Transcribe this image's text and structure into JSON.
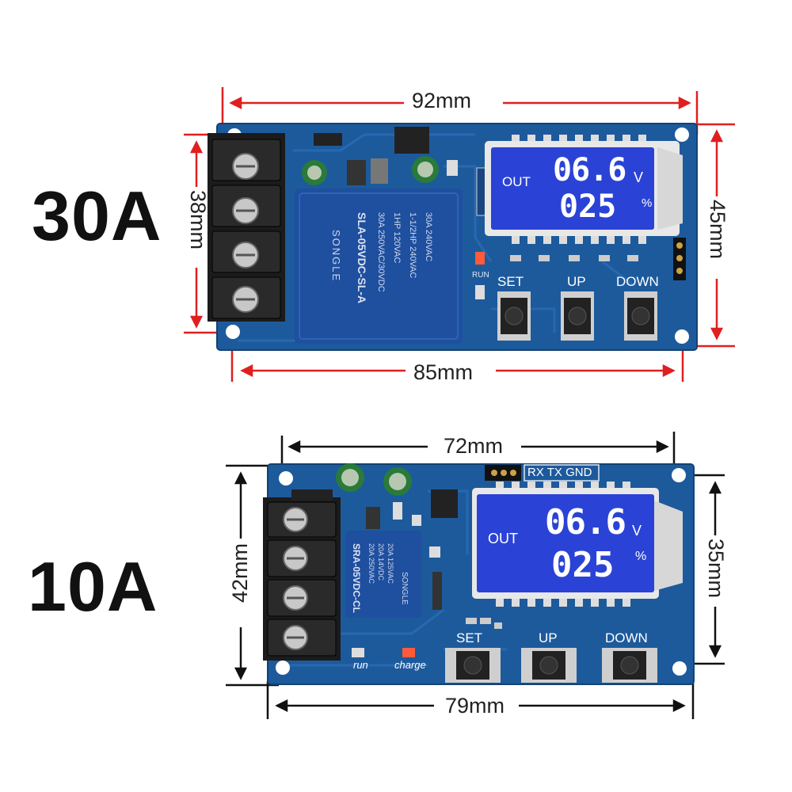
{
  "modules": [
    {
      "label": "30A",
      "dims": {
        "top": "92mm",
        "bottom": "85mm",
        "left": "38mm",
        "right": "45mm"
      },
      "lcd": {
        "out_label": "OUT",
        "voltage": "06.6",
        "voltage_unit": "V",
        "percent": "025",
        "percent_unit": "%"
      },
      "buttons": [
        "SET",
        "UP",
        "DOWN"
      ],
      "relay": {
        "brand": "SONGLE",
        "model": "SLA-05VDC-SL-A",
        "specs": [
          "30A 250VAC/30VDC",
          "1HP 120VAC",
          "1-1/2HP 240VAC",
          "30A 240VAC"
        ]
      },
      "indicators": [
        "RUN"
      ]
    },
    {
      "label": "10A",
      "dims": {
        "top": "72mm",
        "bottom": "79mm",
        "left": "42mm",
        "right": "35mm"
      },
      "lcd": {
        "out_label": "OUT",
        "voltage": "06.6",
        "voltage_unit": "V",
        "percent": "025",
        "percent_unit": "%"
      },
      "buttons": [
        "SET",
        "UP",
        "DOWN"
      ],
      "header_pins": "RX TX GND",
      "relay": {
        "brand": "SONGLE",
        "model": "SRA-05VDC-CL",
        "specs": [
          "20A 250VAC",
          "20A 14VDC",
          "20A 125VAC"
        ]
      },
      "indicators": [
        "run",
        "charge"
      ]
    }
  ],
  "colors": {
    "pcb": "#1d5a9c",
    "pcb_dark": "#174a82",
    "relay": "#1f4f9f",
    "lcd": "#2a43d6",
    "dim_line": "#e01f1f",
    "terminal": "#1b1b1b"
  }
}
